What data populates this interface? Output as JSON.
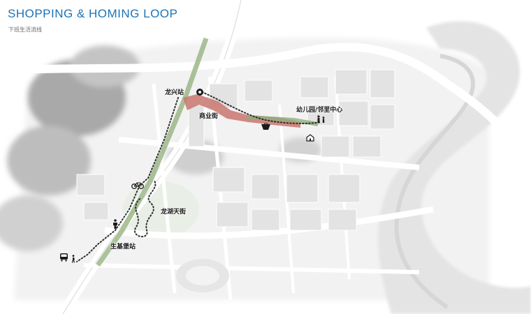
{
  "header": {
    "title": "SHOPPING & HOMING   LOOP",
    "subtitle": "下班生活流线"
  },
  "map": {
    "places": [
      {
        "id": "longxing-station",
        "label": "龙兴站"
      },
      {
        "id": "commercial-street",
        "label": "商业街"
      },
      {
        "id": "kindergarten-center",
        "label": "幼儿园/邻里中心"
      },
      {
        "id": "longhu-street",
        "label": "龙湖天街"
      },
      {
        "id": "shengjibao-station",
        "label": "生基堡站"
      }
    ],
    "icons": [
      "bus-icon",
      "walking-person-icon",
      "person-icon",
      "bicycle-icon",
      "metro-station-icon",
      "shopping-basket-icon",
      "parent-child-icon",
      "home-icon"
    ],
    "colors": {
      "title": "#1a73b8",
      "route": "#2f2f2f",
      "commercial_highlight": "#c9766e",
      "green_corridor": "#8fae7a"
    }
  }
}
